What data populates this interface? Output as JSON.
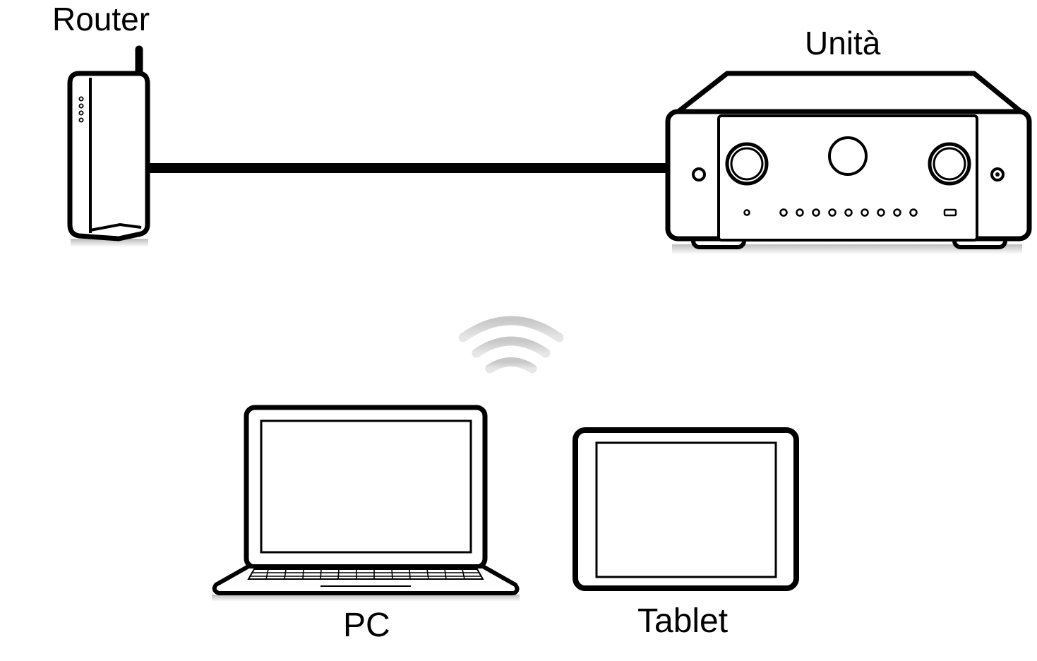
{
  "labels": {
    "router": "Router",
    "unit": "Unità",
    "pc": "PC",
    "tablet": "Tablet"
  },
  "icons": {
    "router": "router-icon",
    "unit": "av-receiver-icon",
    "wifi": "wifi-icon",
    "pc": "laptop-icon",
    "tablet": "tablet-icon"
  },
  "colors": {
    "stroke": "#000000",
    "fill": "#ffffff",
    "wifi": "#bdbdbd"
  }
}
